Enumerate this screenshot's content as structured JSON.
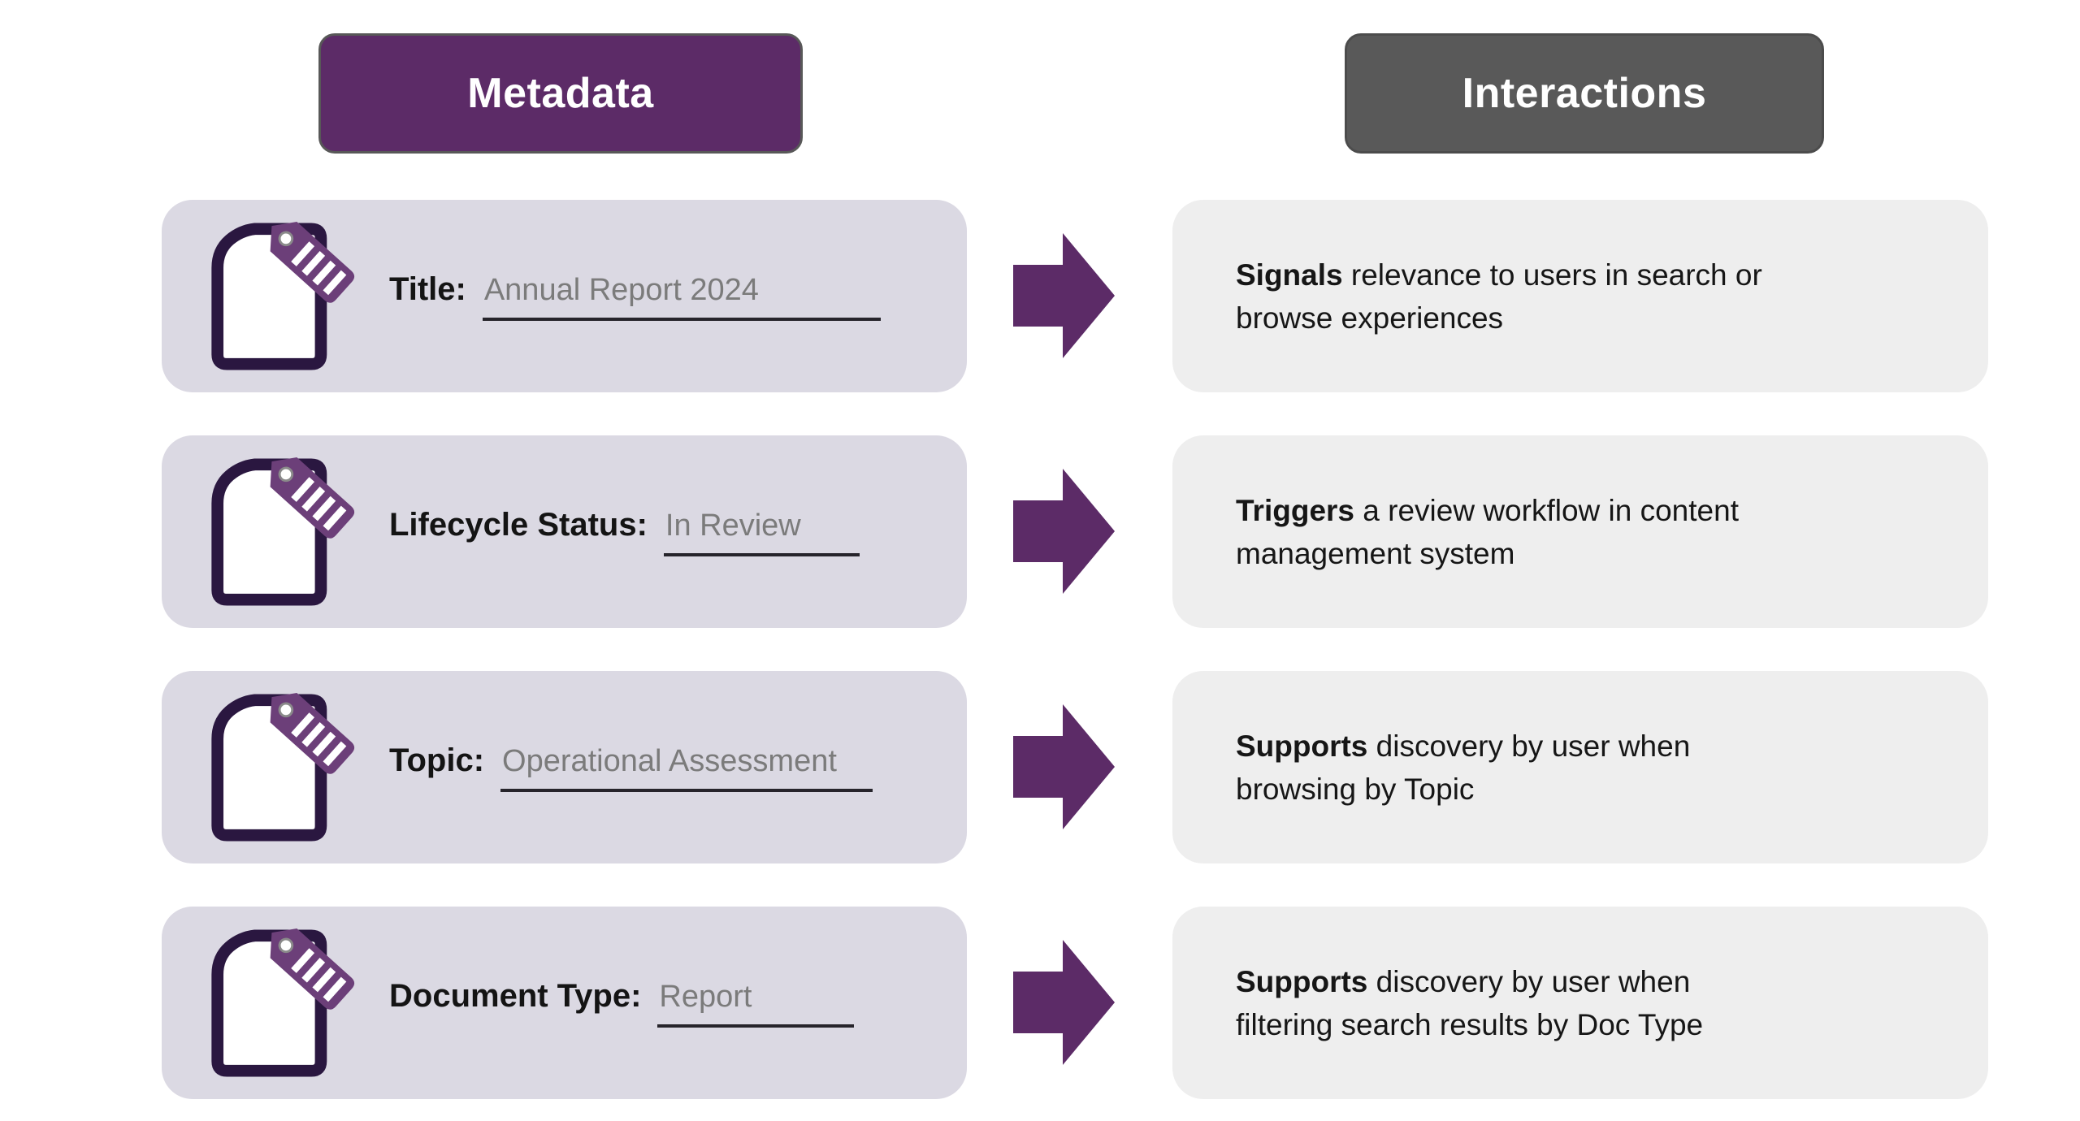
{
  "headers": {
    "metadata": "Metadata",
    "interactions": "Interactions"
  },
  "rows": [
    {
      "label": "Title:",
      "value": "Annual Report 2024",
      "interaction": {
        "bold": "Signals",
        "rest": " relevance to users in search or",
        "line2": "browse experiences"
      }
    },
    {
      "label": "Lifecycle Status:",
      "value": "In Review",
      "interaction": {
        "bold": "Triggers",
        "rest": " a review workflow in content",
        "line2": "management system"
      }
    },
    {
      "label": "Topic:",
      "value": "Operational Assessment",
      "interaction": {
        "bold": "Supports",
        "rest": " discovery by user when",
        "line2": "browsing by Topic"
      }
    },
    {
      "label": "Document Type:",
      "value": "Report",
      "interaction": {
        "bold": "Supports",
        "rest": " discovery by user when",
        "line2": "filtering search results by Doc Type"
      }
    }
  ],
  "icons": {
    "document_tag": "document-with-tag-icon",
    "arrow": "right-arrow-icon"
  },
  "colors": {
    "metadata_purple": "#5C2B67",
    "interactions_gray": "#595959",
    "arrow_purple": "#5C2B67",
    "tag_purple": "#6C3F79",
    "doc_outline": "#2A1740",
    "left_card_bg": "#DBD9E3",
    "right_card_bg": "#EEEEEE",
    "value_gray": "#7b7b7b",
    "text_dark": "#161616"
  }
}
